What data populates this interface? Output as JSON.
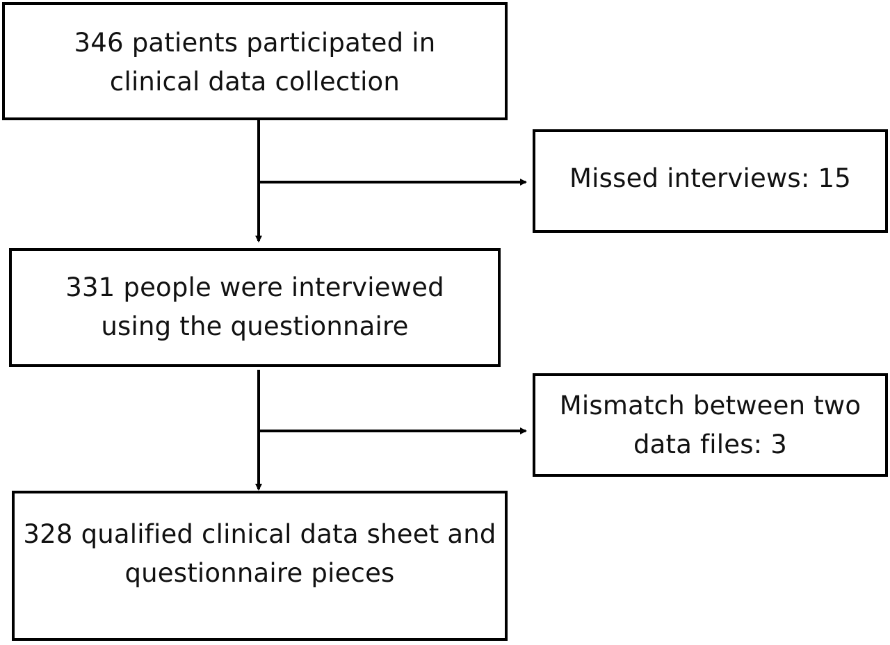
{
  "flowchart": {
    "start": {
      "lines": [
        "346 patients participated in",
        "clinical data collection"
      ]
    },
    "exclusion_1": {
      "lines": [
        "Missed interviews: 15"
      ]
    },
    "step_2": {
      "lines": [
        "331 people were interviewed",
        "using the questionnaire"
      ]
    },
    "exclusion_2": {
      "lines": [
        "Mismatch between two",
        "data files: 3"
      ]
    },
    "final": {
      "lines": [
        "328 qualified clinical data sheet and",
        "questionnaire pieces"
      ]
    }
  },
  "colors": {
    "line": "#000000",
    "box_border": "#000000",
    "background": "#ffffff"
  }
}
